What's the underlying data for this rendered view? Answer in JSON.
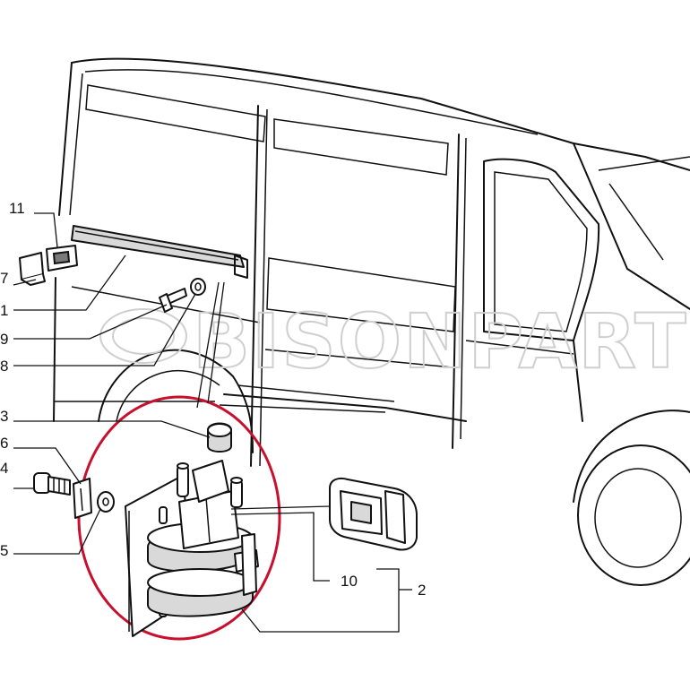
{
  "diagram": {
    "watermark": "BISONPARTS",
    "highlight_color": "#c8102e",
    "line_color": "#111111",
    "watermark_color": "#cfcfcf",
    "callouts": [
      "11",
      "7",
      "1",
      "9",
      "8",
      "3",
      "6",
      "4",
      "5",
      "10",
      "2"
    ]
  }
}
